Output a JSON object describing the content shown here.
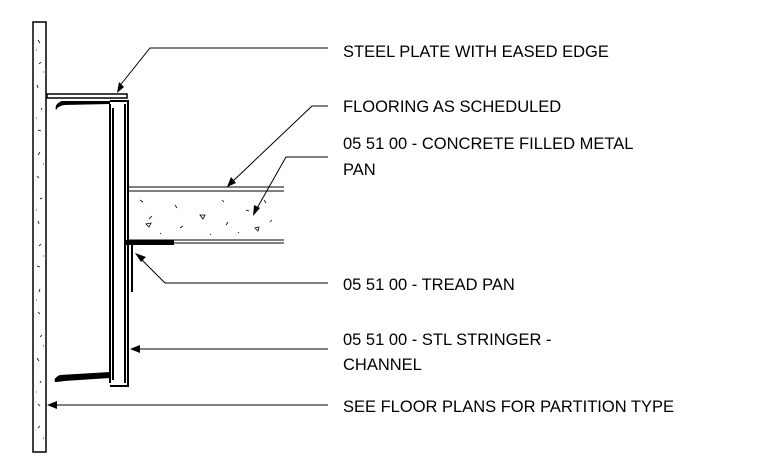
{
  "labels": {
    "steel_plate": "STEEL PLATE WITH EASED EDGE",
    "flooring": "FLOORING AS SCHEDULED",
    "concrete_pan_line1": "05 51 00  - CONCRETE FILLED METAL",
    "concrete_pan_line2": "PAN",
    "tread_pan": "05 51 00  - TREAD PAN",
    "stringer_line1": "05 51 00  - STL  STRINGER -",
    "stringer_line2": "CHANNEL",
    "partition": "SEE FLOOR PLANS FOR PARTITION TYPE"
  }
}
